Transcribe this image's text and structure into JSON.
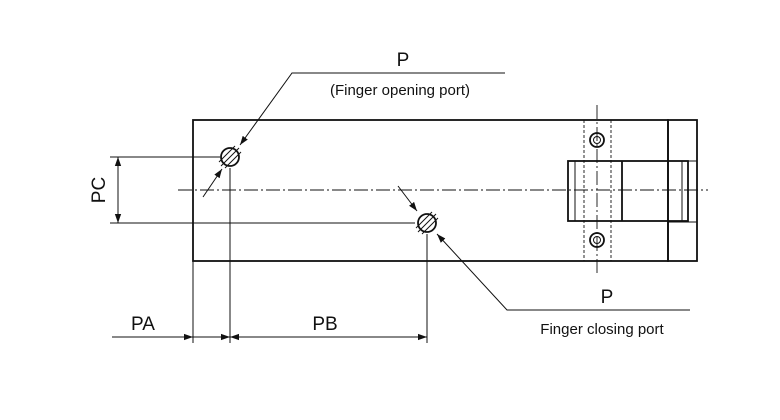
{
  "labels": {
    "opening_port_letter": "P",
    "opening_port_desc": "(Finger opening port)",
    "closing_port_letter": "P",
    "closing_port_desc": "Finger closing port",
    "dim_pa": "PA",
    "dim_pb": "PB",
    "dim_pc": "PC"
  },
  "colors": {
    "line": "#111111",
    "background": "#ffffff"
  }
}
